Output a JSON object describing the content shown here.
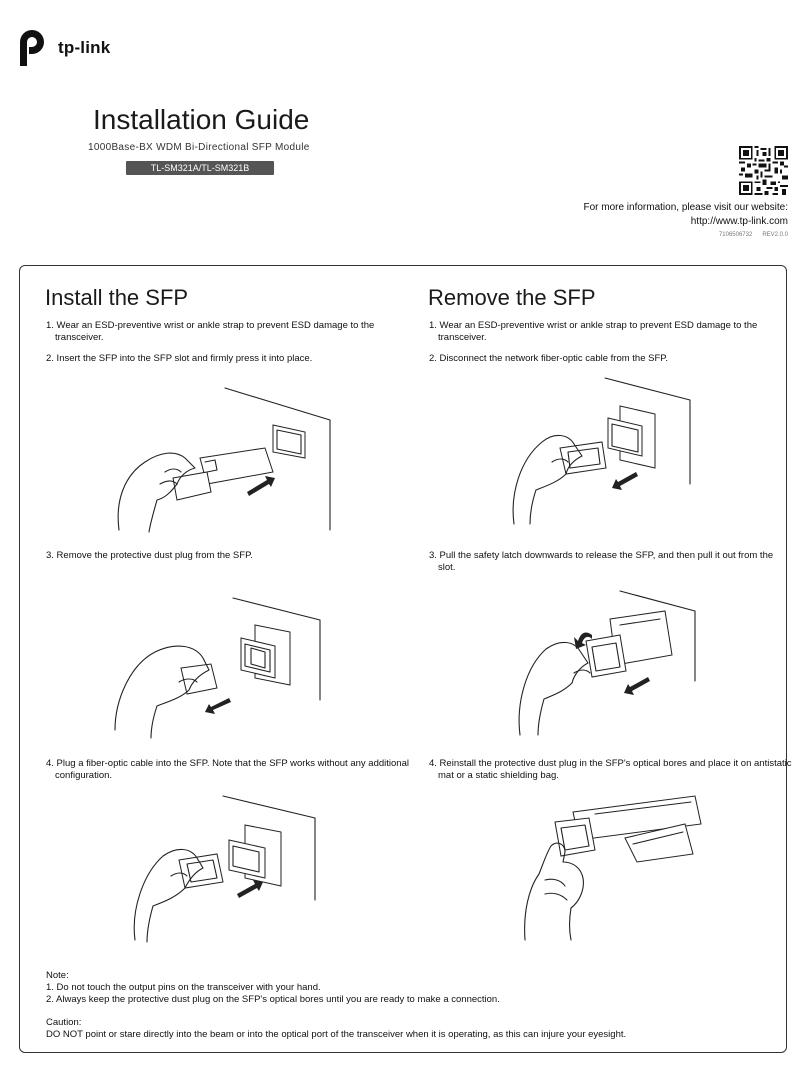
{
  "brand": {
    "name": "tp-link"
  },
  "header": {
    "title": "Installation Guide",
    "subtitle": "1000Base-BX WDM Bi-Directional SFP Module",
    "model": "TL-SM321A/TL-SM321B",
    "more_info": "For more information, please visit our website:",
    "website": "http://www.tp-link.com",
    "doc_number": "7106506732",
    "revision": "REV2.0.0"
  },
  "install": {
    "title": "Install the SFP",
    "steps": [
      "1. Wear an ESD-preventive wrist or ankle strap to prevent ESD damage to the transceiver.",
      "2. Insert the SFP into the SFP slot and firmly press it into place.",
      "3. Remove the protective dust plug from the SFP.",
      "4. Plug a fiber-optic cable into the SFP. Note that the SFP works without any additional configuration."
    ]
  },
  "remove": {
    "title": "Remove the SFP",
    "steps": [
      "1. Wear an ESD-preventive wrist or ankle strap to prevent ESD damage to the transceiver.",
      "2. Disconnect the network fiber-optic cable from the SFP.",
      "3. Pull the safety latch downwards to release the SFP, and then pull it out from the slot.",
      "4. Reinstall the protective dust plug in the SFP's optical bores and place it on antistatic mat or a static shielding bag."
    ]
  },
  "notes": {
    "heading": "Note:",
    "items": [
      "1. Do not touch the output pins on the transceiver with your hand.",
      "2. Always keep the protective dust plug on the SFP's optical bores until you are ready to make a connection."
    ]
  },
  "caution": {
    "heading": "Caution:",
    "text": "DO NOT point or stare directly into the beam or into the optical port of the transceiver when it is operating, as this can injure your eyesight."
  }
}
